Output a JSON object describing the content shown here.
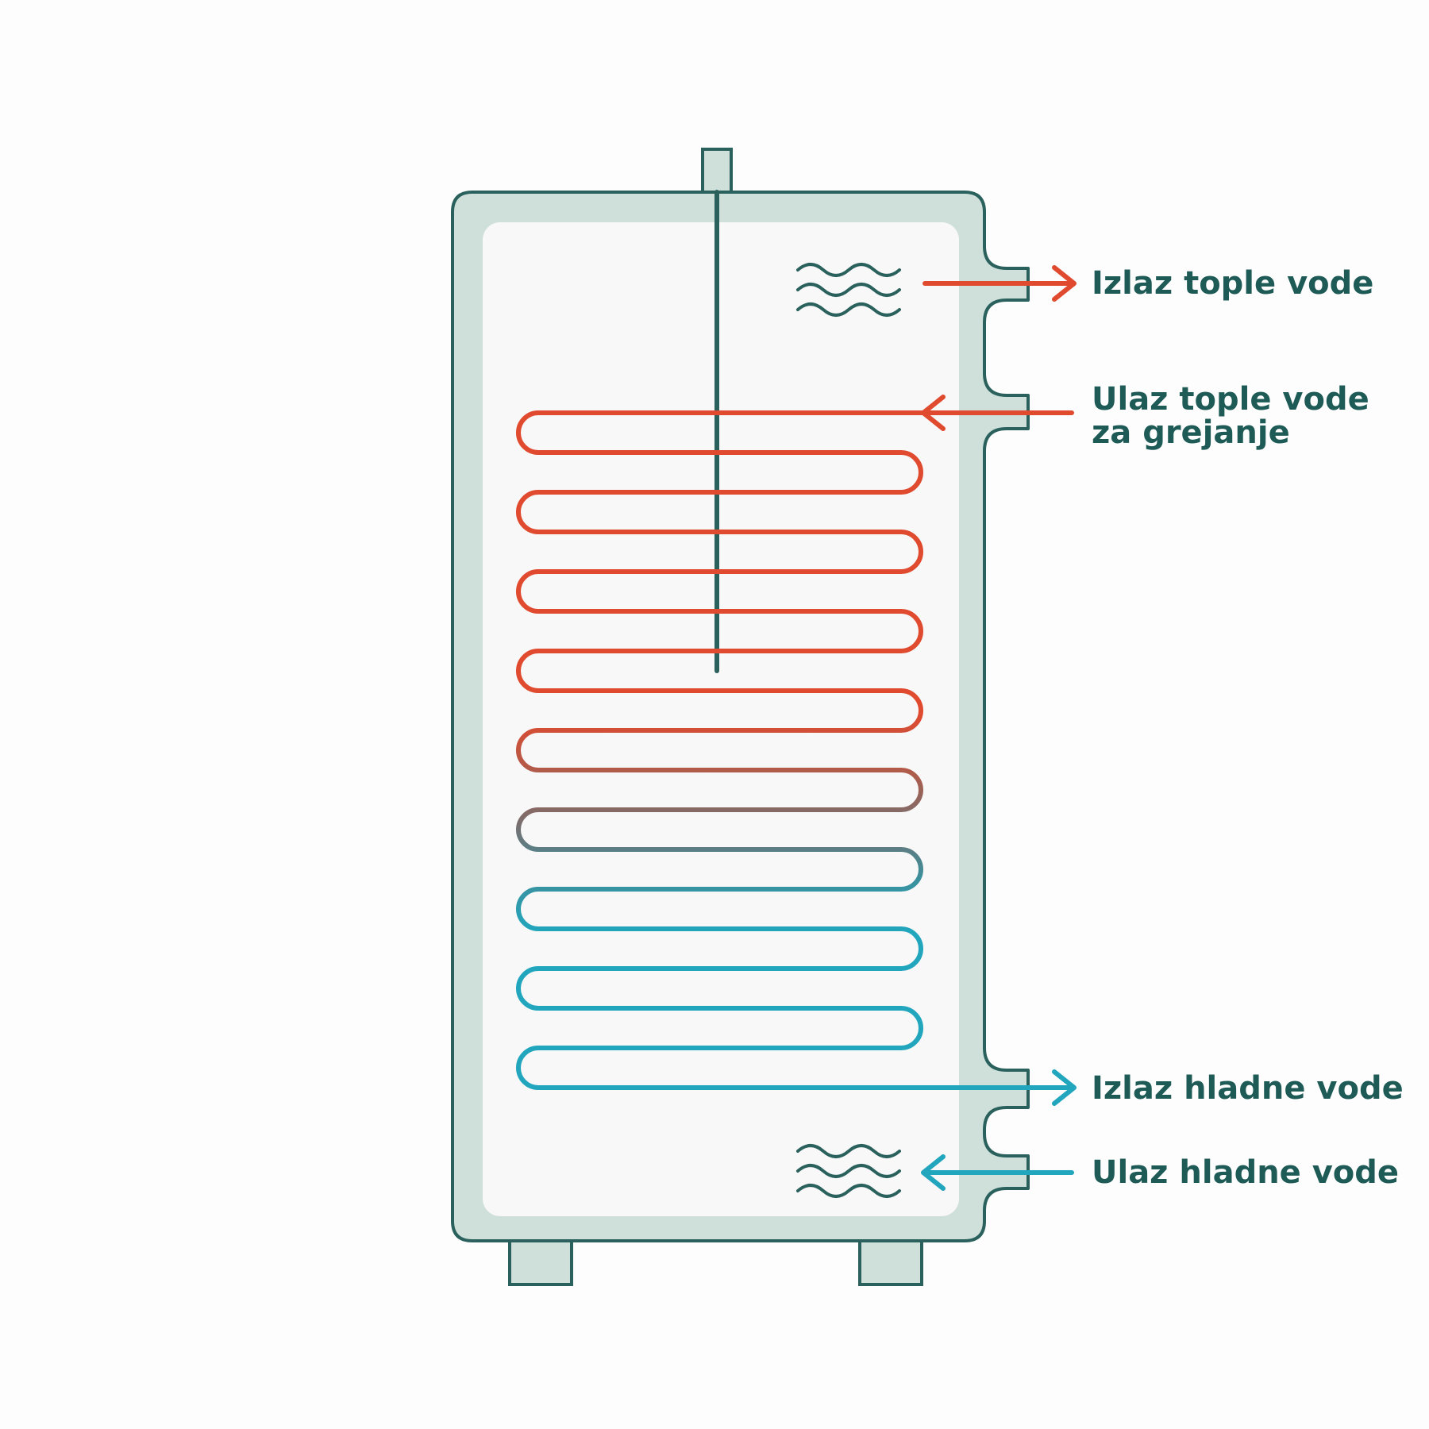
{
  "labels": {
    "hot_out": "Izlaz tople vode",
    "heat_in_line1": "Ulaz tople vode",
    "heat_in_line2": "za grejanje",
    "cold_out": "Izlaz hladne vode",
    "cold_in": "Ulaz hladne vode"
  },
  "colors": {
    "outline": "#2a615d",
    "shell_fill": "#cfe0db",
    "inner_fill": "#f8f8f8",
    "hot": "#e04a2f",
    "mid": "#7a6e6e",
    "cold": "#21a6bd",
    "text": "#1e5a56"
  }
}
